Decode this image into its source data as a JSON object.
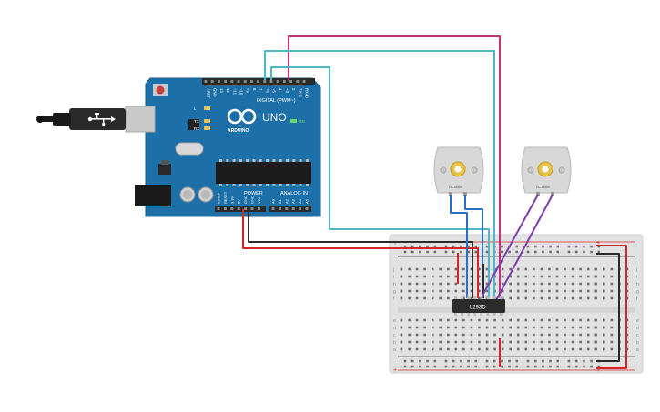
{
  "arduino": {
    "model_label": "UNO",
    "brand_label": "ARDUINO",
    "on_label": "ON",
    "digital_label": "DIGITAL (PWM~)",
    "power_label": "POWER",
    "analog_label": "ANALOG IN",
    "tx_label": "TX",
    "rx_label": "RX",
    "l_label": "L",
    "aref_label": "AREF",
    "gnd_label": "GND",
    "txrx_label": "TX▸1",
    "rxrx_label": "RX◂0",
    "power_pins": [
      "IOREF",
      "RESET",
      "3.3V",
      "5V",
      "GND",
      "GND",
      "VIN"
    ],
    "analog_pins": [
      "A0",
      "A1",
      "A2",
      "A3",
      "A4",
      "A5"
    ],
    "digital_pins": [
      "13",
      "12",
      "~11",
      "~10",
      "~9",
      "8",
      "7",
      "~6",
      "~5",
      "4",
      "~3",
      "2"
    ]
  },
  "chip": {
    "label": "L293D"
  },
  "motors": [
    {
      "label": "DC Motor"
    },
    {
      "label": "DC Motor"
    }
  ],
  "breadboard": {
    "row_letters_top": [
      "j",
      "i",
      "h",
      "g",
      "f"
    ],
    "row_letters_bottom": [
      "e",
      "d",
      "c",
      "b",
      "a"
    ],
    "plus_label": "+",
    "minus_label": "-"
  },
  "colors": {
    "board": "#1d6fa8",
    "wire_magenta": "#c2307e",
    "wire_cyan": "#4fb8c4",
    "wire_blue": "#2a6fc0",
    "wire_purple": "#7a3eb0",
    "wire_red": "#d42626",
    "wire_black": "#2a2a2a"
  }
}
